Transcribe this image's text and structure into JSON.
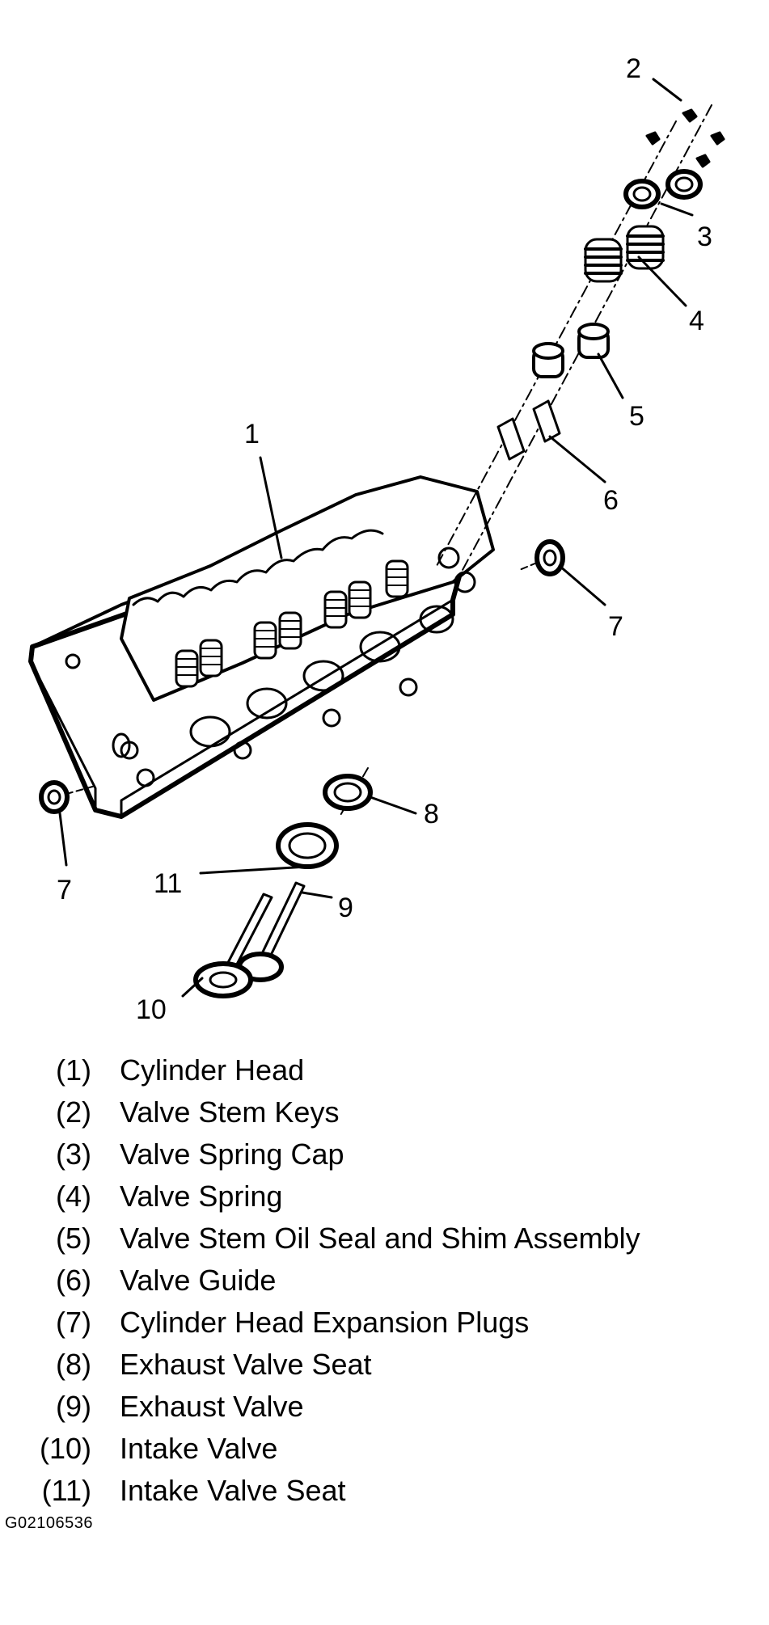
{
  "figure_id": "G02106536",
  "callouts": {
    "c1": "1",
    "c2": "2",
    "c3": "3",
    "c4": "4",
    "c5": "5",
    "c6": "6",
    "c7a": "7",
    "c7b": "7",
    "c8": "8",
    "c9": "9",
    "c10": "10",
    "c11": "11"
  },
  "legend": [
    {
      "num": "(1)",
      "label": "Cylinder Head"
    },
    {
      "num": "(2)",
      "label": "Valve Stem Keys"
    },
    {
      "num": "(3)",
      "label": "Valve Spring Cap"
    },
    {
      "num": "(4)",
      "label": "Valve Spring"
    },
    {
      "num": "(5)",
      "label": "Valve Stem Oil Seal and Shim Assembly"
    },
    {
      "num": "(6)",
      "label": "Valve Guide"
    },
    {
      "num": "(7)",
      "label": "Cylinder Head Expansion Plugs"
    },
    {
      "num": "(8)",
      "label": "Exhaust Valve Seat"
    },
    {
      "num": "(9)",
      "label": "Exhaust Valve"
    },
    {
      "num": "(10)",
      "label": "Intake Valve"
    },
    {
      "num": "(11)",
      "label": "Intake Valve Seat"
    }
  ]
}
